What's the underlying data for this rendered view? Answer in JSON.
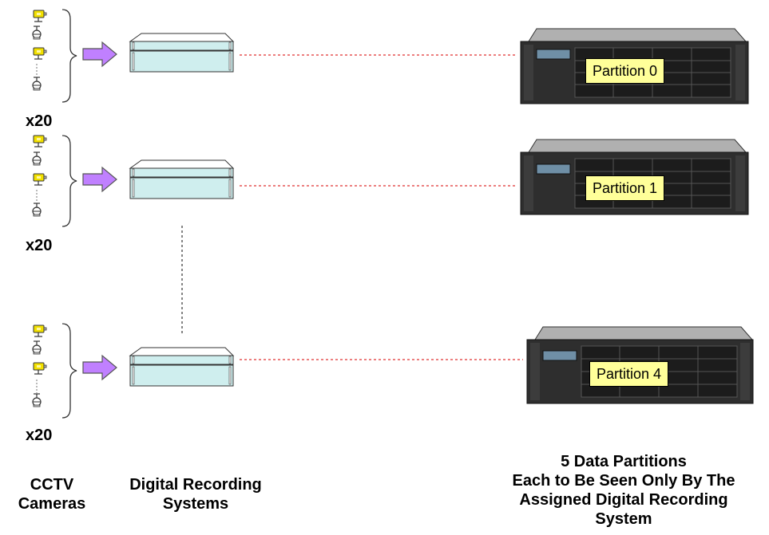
{
  "groups": [
    {
      "count_label": "x20",
      "partition_label": "Partition 0"
    },
    {
      "count_label": "x20",
      "partition_label": "Partition 1"
    },
    {
      "count_label": "x20",
      "partition_label": "Partition 4"
    }
  ],
  "labels": {
    "cameras_line1": "CCTV",
    "cameras_line2": "Cameras",
    "recorders_line1": "Digital Recording",
    "recorders_line2": "Systems",
    "partitions_line1": "5 Data Partitions",
    "partitions_line2": "Each to Be Seen Only By The",
    "partitions_line3": "Assigned Digital Recording",
    "partitions_line4": "System"
  },
  "colors": {
    "arrow_fill": "#c080ff",
    "arrow_stroke": "#555555",
    "recorder_fill": "#cfeeee",
    "partition_tag_fill": "#ffff99",
    "link_line": "#e03030",
    "camera_fill": "#f2e000"
  }
}
